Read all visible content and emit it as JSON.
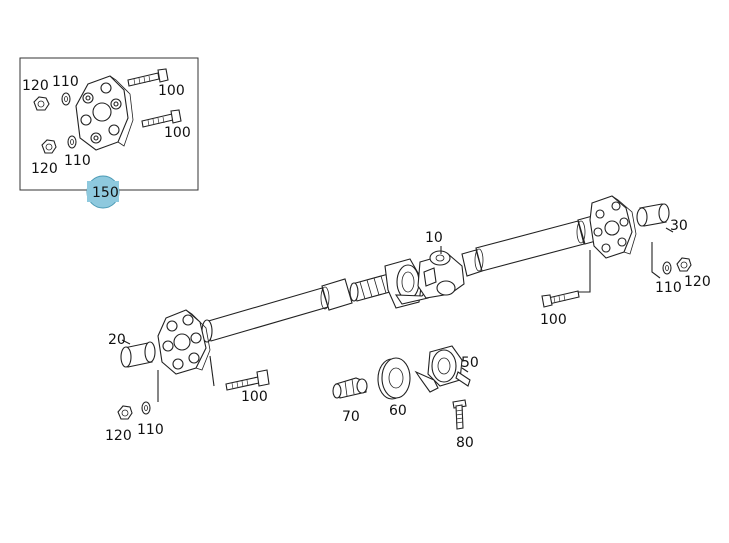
{
  "diagram": {
    "highlight_color": "#8ec9de",
    "inset_labels": {
      "l120_top": "120",
      "l110_top": "110",
      "l100_top": "100",
      "l100_mid": "100",
      "l120_bot": "120",
      "l110_bot": "110",
      "l150": "150"
    },
    "main_labels": {
      "l10": "10",
      "l30": "30",
      "l110_right": "110",
      "l120_right": "120",
      "l100_right": "100",
      "l20": "20",
      "l100_left": "100",
      "l120_left": "120",
      "l110_left": "110",
      "l50": "50",
      "l70": "70",
      "l60": "60",
      "l80": "80"
    }
  }
}
